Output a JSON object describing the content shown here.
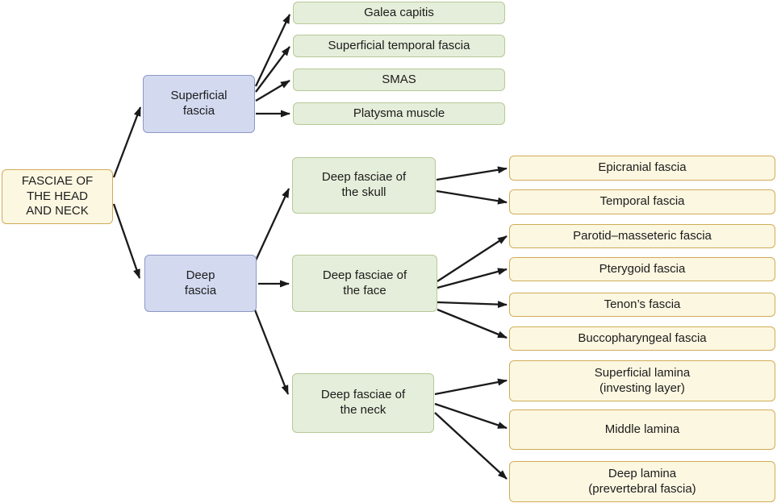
{
  "diagram": {
    "title": "FASCIAE OF THE HEAD AND NECK",
    "type": "tree-flowchart",
    "colors": {
      "root_and_leaf_fill": "#fcf7e1",
      "root_and_leaf_border": "#d2ac58",
      "level1_fill": "#d3daf0",
      "level1_border": "#8c99c4",
      "level2_fill": "#e5eeda",
      "level2_border": "#b7c998",
      "arrow": "#1a1a1a",
      "text": "#1c1c1c",
      "background": "#ffffff"
    },
    "root": {
      "label": [
        "FASCIAE OF",
        "THE HEAD",
        "AND NECK"
      ]
    },
    "level1": [
      {
        "label": [
          "Superficial",
          "fascia"
        ]
      },
      {
        "label": [
          "Deep",
          "fascia"
        ]
      }
    ],
    "superficial_children": [
      {
        "label": "Galea capitis"
      },
      {
        "label": "Superficial temporal fascia"
      },
      {
        "label": "SMAS"
      },
      {
        "label": "Platysma muscle"
      }
    ],
    "deep_children": [
      {
        "label": [
          "Deep fasciae of",
          "the skull"
        ]
      },
      {
        "label": [
          "Deep fasciae of",
          "the face"
        ]
      },
      {
        "label": [
          "Deep fasciae of",
          "the neck"
        ]
      }
    ],
    "skull_children": [
      {
        "label": "Epicranial fascia"
      },
      {
        "label": "Temporal fascia"
      }
    ],
    "face_children": [
      {
        "label": "Parotid–masseteric fascia"
      },
      {
        "label": "Pterygoid fascia"
      },
      {
        "label": "Tenon’s fascia"
      },
      {
        "label": "Buccopharyngeal fascia"
      }
    ],
    "neck_children": [
      {
        "label": [
          "Superficial lamina",
          "(investing layer)"
        ]
      },
      {
        "label": "Middle lamina"
      },
      {
        "label": [
          "Deep lamina",
          "(prevertebral fascia)"
        ]
      }
    ]
  }
}
